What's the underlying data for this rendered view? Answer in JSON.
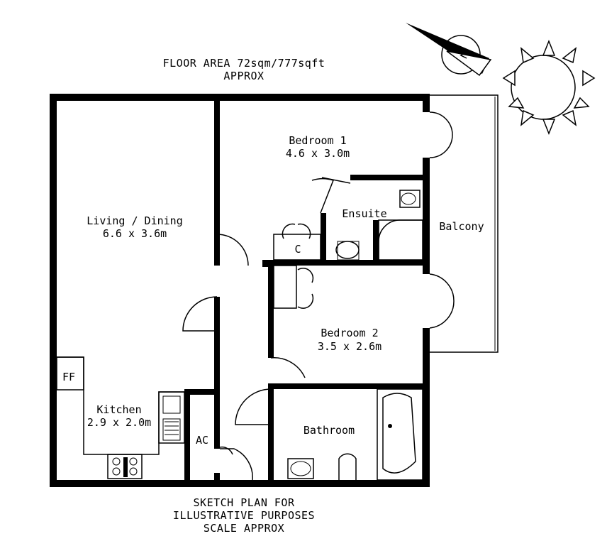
{
  "header": {
    "floor_area": "FLOOR AREA 72sqm/777sqft",
    "approx": "APPROX"
  },
  "footer": {
    "line1": "SKETCH PLAN FOR",
    "line2": "ILLUSTRATIVE PURPOSES",
    "line3": "SCALE APPROX"
  },
  "rooms": {
    "bedroom1": {
      "name": "Bedroom 1",
      "size": "4.6 x 3.0m"
    },
    "bedroom2": {
      "name": "Bedroom 2",
      "size": "3.5 x 2.6m"
    },
    "living": {
      "name": "Living / Dining",
      "size": "6.6 x 3.6m"
    },
    "kitchen": {
      "name": "Kitchen",
      "size": "2.9 x 2.0m"
    },
    "ensuite": {
      "name": "Ensuite"
    },
    "balcony": {
      "name": "Balcony"
    },
    "bathroom": {
      "name": "Bathroom"
    },
    "cupboard": {
      "name": "C"
    },
    "airing_cupboard": {
      "name": "AC"
    },
    "fridge_freezer": {
      "name": "FF"
    }
  },
  "icons": {
    "compass": "compass-icon",
    "sun": "sun-icon"
  }
}
